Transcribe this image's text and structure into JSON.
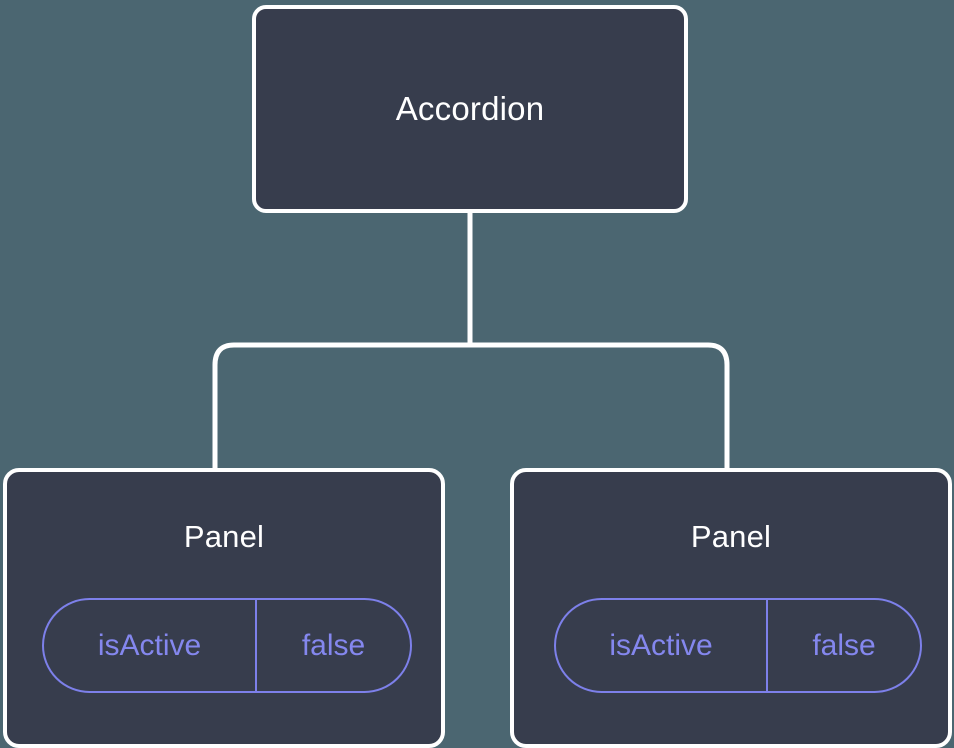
{
  "diagram": {
    "type": "component-tree",
    "background_color": "#4b6671",
    "node_fill_color": "#373d4d",
    "node_border_color": "#ffffff",
    "edge_color": "#ffffff",
    "prop_accent_color": "#8487ee",
    "root": {
      "label": "Accordion"
    },
    "children": [
      {
        "label": "Panel",
        "prop": {
          "key": "isActive",
          "value": "false"
        }
      },
      {
        "label": "Panel",
        "prop": {
          "key": "isActive",
          "value": "false"
        }
      }
    ]
  }
}
